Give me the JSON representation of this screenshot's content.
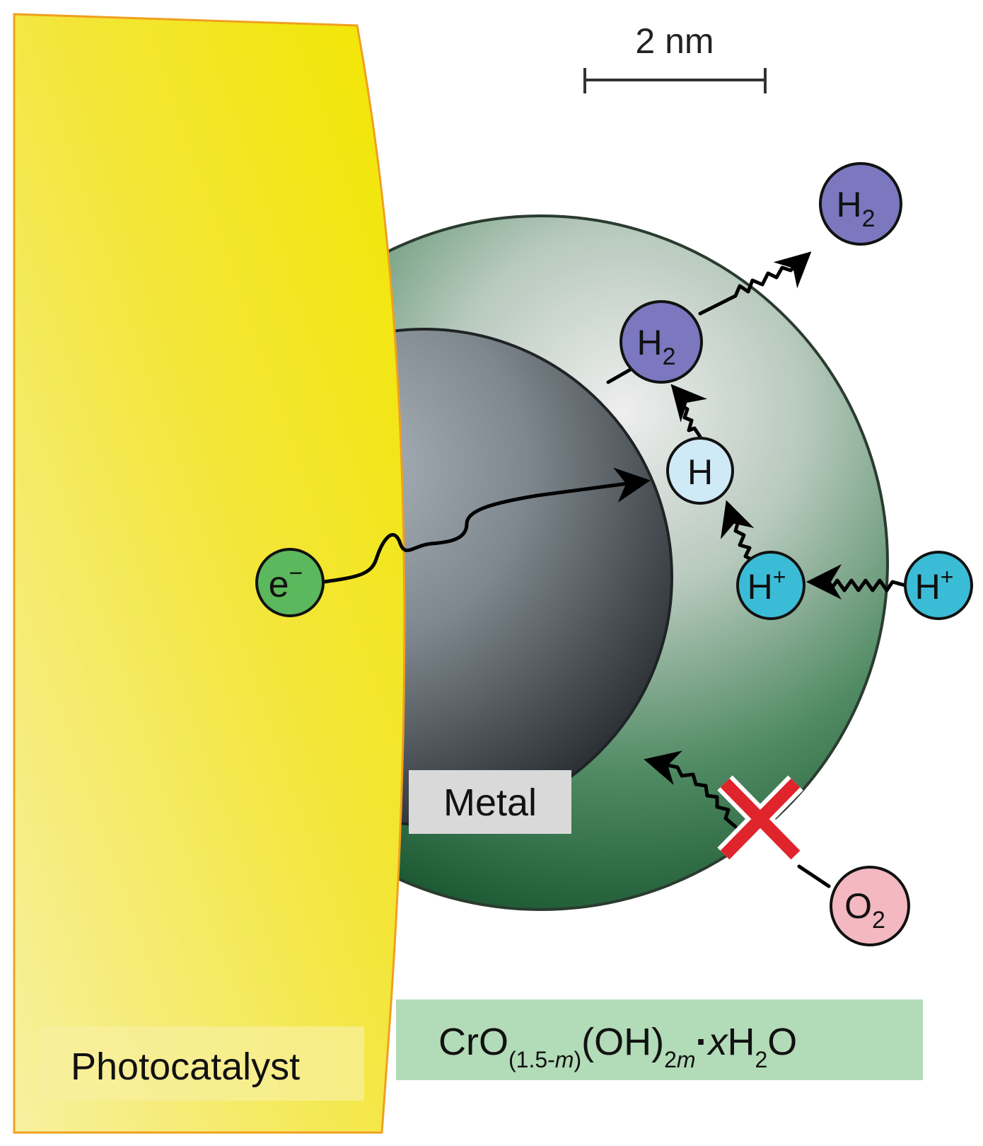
{
  "scale_bar": {
    "label": "2 nm"
  },
  "labels": {
    "photocatalyst": "Photocatalyst",
    "metal": "Metal",
    "shell_formula": {
      "base": "CrO",
      "sub1": "(1.5-",
      "sub1_italic": "m",
      "sub1_close": ")",
      "mid": "(OH)",
      "sub2": "2",
      "sub2_italic": "m",
      "dot": "·",
      "x": "x",
      "h": "H",
      "sub3": "2",
      "o": "O"
    }
  },
  "species": {
    "electron": {
      "symbol": "e",
      "sup": "−"
    },
    "h_atom": {
      "symbol": "H"
    },
    "h2_inner": {
      "symbol": "H",
      "sub": "2"
    },
    "h2_outer": {
      "symbol": "H",
      "sub": "2"
    },
    "proton_inner": {
      "symbol": "H",
      "sup": "+"
    },
    "proton_outer": {
      "symbol": "H",
      "sup": "+"
    },
    "oxygen": {
      "symbol": "O",
      "sub": "2"
    }
  },
  "colors": {
    "photocatalyst": "#f4e400",
    "shell": "#2e6b45",
    "metal": "#6b737a",
    "electron": "#5cb85c",
    "h_atom": "#cfe9f7",
    "h2": "#7b78c0",
    "proton": "#3bbcd6",
    "oxygen": "#f3b8c0",
    "blocked_cross": "#e0242c",
    "formula_box": "#b2dbb7",
    "metal_box": "#d9d9d9"
  },
  "icons": {
    "blocked": "red-x-cross",
    "transfer": "wavy-arrow"
  }
}
